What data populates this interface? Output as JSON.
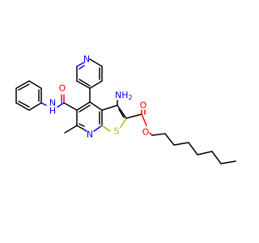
{
  "structure": {
    "atom_labels": {
      "pyridine_n": "N",
      "amide_o": "O",
      "amide_nh": "N",
      "amide_h": "H",
      "amino_n": "NH",
      "amino_sub": "2",
      "ring_n": "N",
      "thiophene_s": "S",
      "ester_carbonyl_o": "O",
      "ester_o": "O"
    },
    "colors": {
      "bond": "#000000",
      "nitrogen": "#0000ff",
      "oxygen": "#ff0000",
      "sulfur": "#b3b300"
    }
  }
}
